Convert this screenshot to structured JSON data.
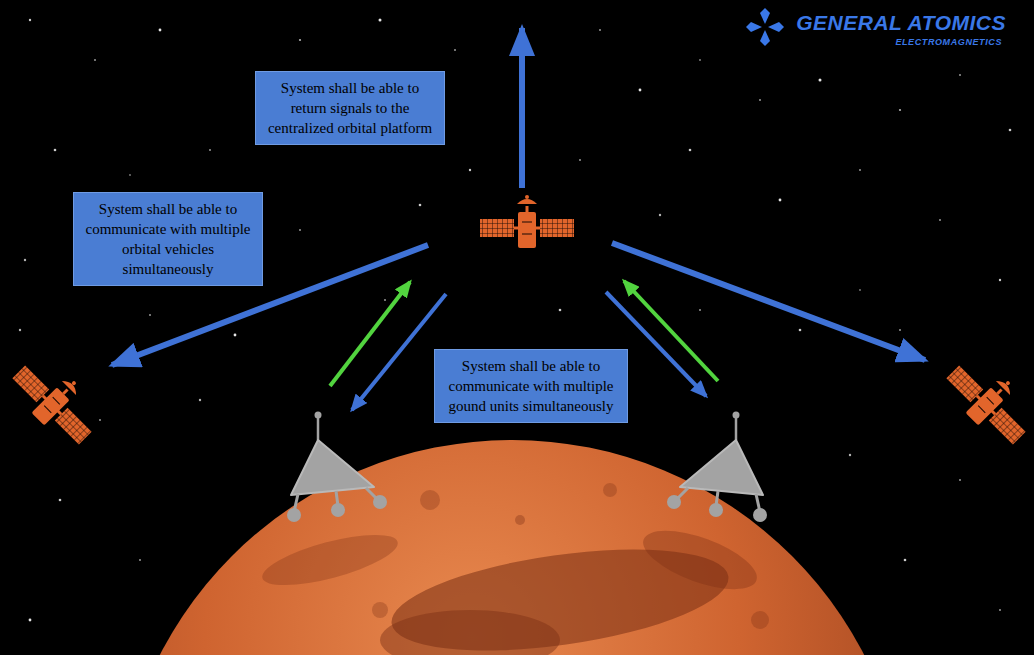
{
  "diagram": {
    "nodes": [
      {
        "text": [
          "System shall be able to return signals to the centralized orbital platform"
        ]
      },
      {
        "text": [
          "System shall be able to communicate with multiple orbital vehicles simultaneously"
        ]
      },
      {
        "text": [
          "System shall be able to communicate with multiple gound units simultaneously"
        ]
      }
    ],
    "labels": [
      "GENERAL ATOMICS",
      "ELECTROMAGNETICS"
    ]
  }
}
